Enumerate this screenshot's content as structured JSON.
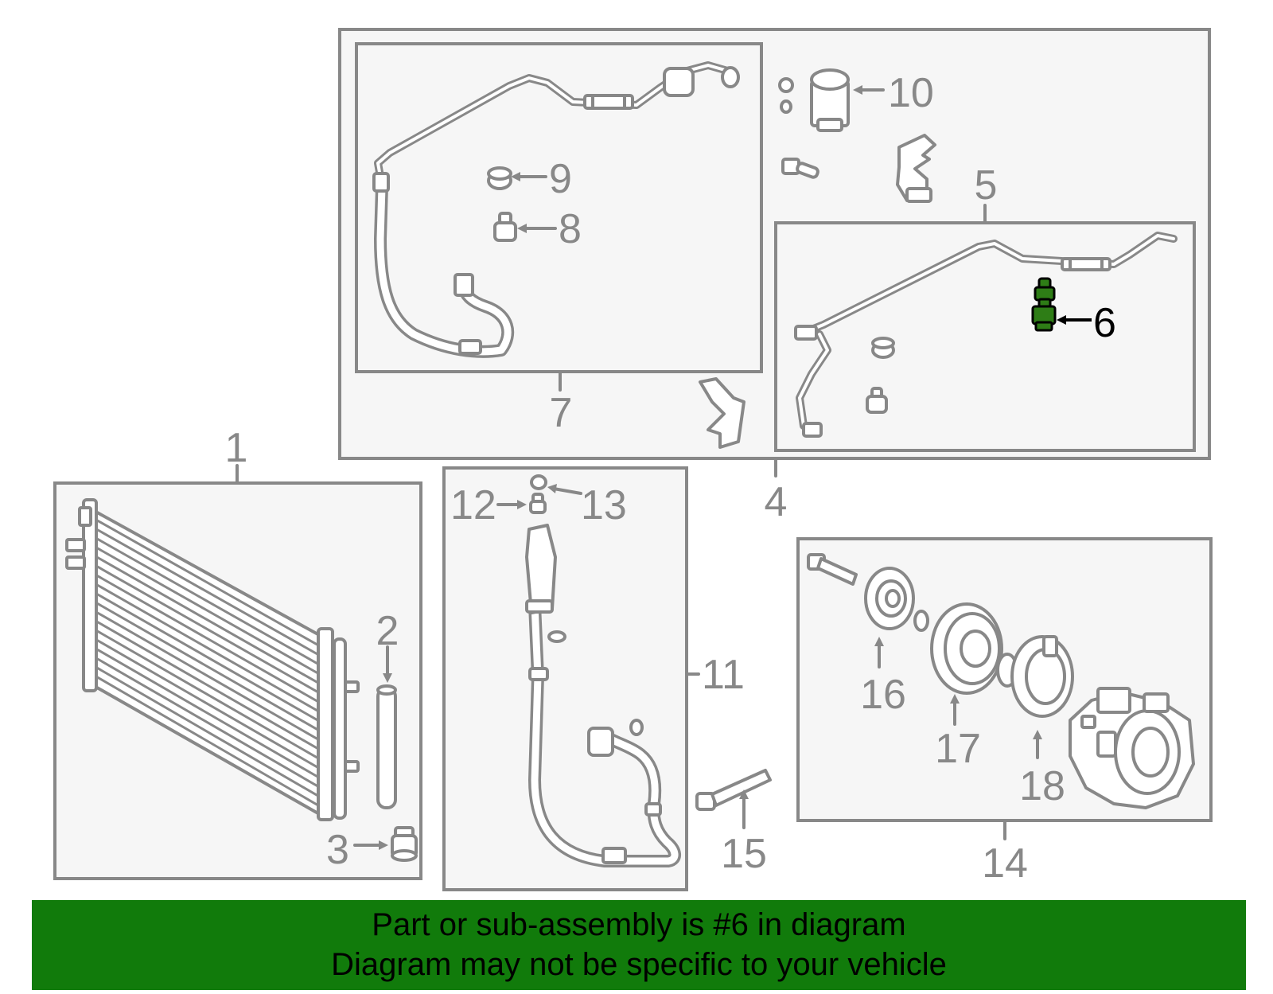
{
  "diagram": {
    "callouts": {
      "c1": "1",
      "c2": "2",
      "c3": "3",
      "c4": "4",
      "c5": "5",
      "c6": "6",
      "c7": "7",
      "c8": "8",
      "c9": "9",
      "c10": "10",
      "c11": "11",
      "c12": "12",
      "c13": "13",
      "c14": "14",
      "c15": "15",
      "c16": "16",
      "c17": "17",
      "c18": "18"
    },
    "highlighted_part": "6",
    "colors": {
      "line": "#888888",
      "panel": "#f6f6f6",
      "highlight": "#2e7d16",
      "banner": "#117b0b"
    }
  },
  "banner": {
    "line1": "Part or sub-assembly is #6 in diagram",
    "line2": "Diagram may not be specific to your vehicle"
  }
}
